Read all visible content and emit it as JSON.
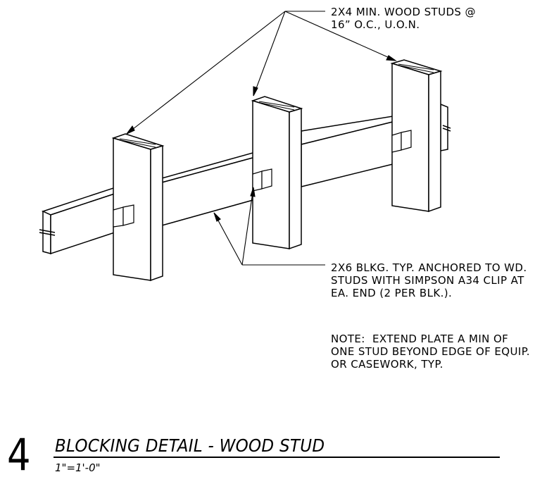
{
  "notes": {
    "studs": "2X4 MIN. WOOD STUDS @\n16” O.C., U.O.N.",
    "blocking": "2X6 BLKG. TYP. ANCHORED TO WD.\nSTUDS WITH SIMPSON A34 CLIP AT\nEA. END (2 PER BLK.).",
    "plate": "NOTE:  EXTEND PLATE A MIN OF\nONE STUD BEYOND EDGE OF EQUIP.\nOR CASEWORK, TYP."
  },
  "title_block": {
    "number": "4",
    "title": "BLOCKING DETAIL - WOOD STUD",
    "scale": "1\"=1'-0\""
  }
}
